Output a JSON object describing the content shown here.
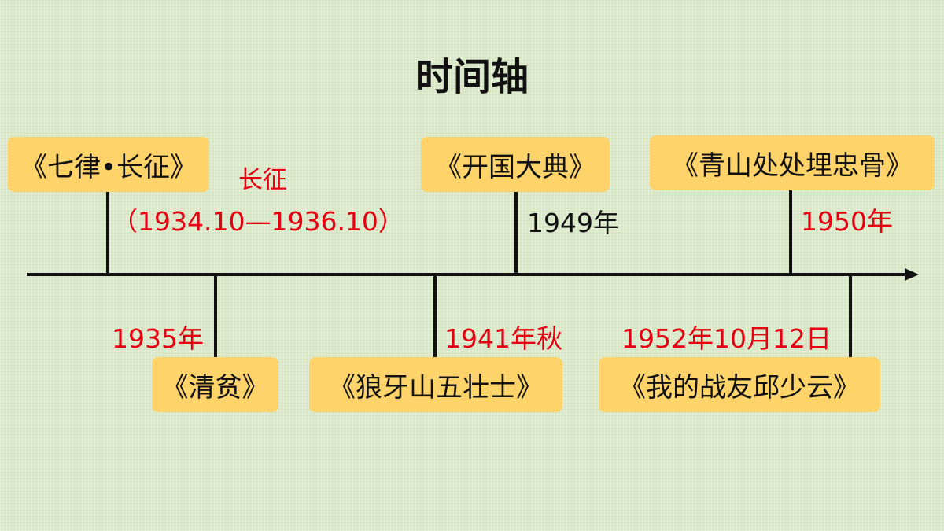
{
  "title": "时间轴",
  "works": {
    "qilv": "《七律•长征》",
    "kaiguo": "《开国大典》",
    "qingshan": "《青山处处埋忠骨》",
    "qingpin": "《清贫》",
    "langya": "《狼牙山五壮士》",
    "zhanyou": "《我的战友邱少云》"
  },
  "dates": {
    "changzheng_label": "长征",
    "changzheng_range": "（1934.10—1936.10）",
    "y1949": "1949年",
    "y1950": "1950年",
    "y1935": "1935年",
    "y1941": "1941年秋",
    "y1952": "1952年10月12日"
  },
  "colors": {
    "background": "#d5e6c0",
    "box": "#fdd36a",
    "highlight": "#e60012",
    "text": "#111111"
  }
}
